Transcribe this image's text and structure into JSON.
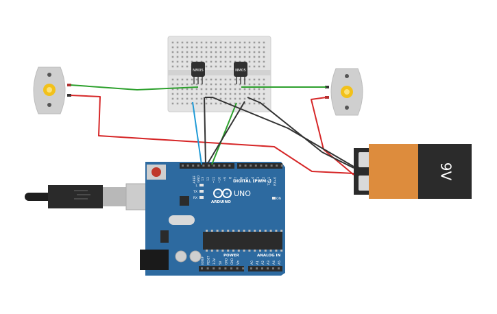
{
  "breadboard": {
    "chip_labels": [
      "NM05",
      "NM05"
    ]
  },
  "battery": {
    "label": "9V",
    "colors": {
      "body": "#dd8c3d",
      "cap": "#2b2b2b",
      "terminal": "#d9d9d9"
    }
  },
  "arduino": {
    "logo": "ARDUINO",
    "model": "UNO",
    "header_top_label": "DIGITAL (PWM~)",
    "power_label": "POWER",
    "analog_label": "ANALOG IN",
    "aref_label": "AREF",
    "gnd_label": "GND",
    "digital_pins": [
      "13",
      "12",
      "~11",
      "~10",
      "~9",
      "8",
      "7",
      "~6",
      "~5",
      "4",
      "~3",
      "2",
      "TX→1",
      "RX←0"
    ],
    "power_pins": [
      "IOREF",
      "RESET",
      "3.3V",
      "5V",
      "GND",
      "GND",
      "Vin"
    ],
    "analog_pins": [
      "A0",
      "A1",
      "A2",
      "A3",
      "A4",
      "A5"
    ],
    "led_labels": [
      "L",
      "TX",
      "RX"
    ],
    "on_label": "ON",
    "colors": {
      "board": "#2d6aa0",
      "board_dark": "#1f5686",
      "header": "#2b2b2b"
    }
  },
  "wires": {
    "colors": {
      "red": "#d62728",
      "green": "#2ca02c",
      "blue": "#1f9ad6",
      "black": "#333333"
    }
  },
  "motors": {
    "colors": {
      "body": "#cfcfcf",
      "hub": "#f2c11a"
    }
  }
}
